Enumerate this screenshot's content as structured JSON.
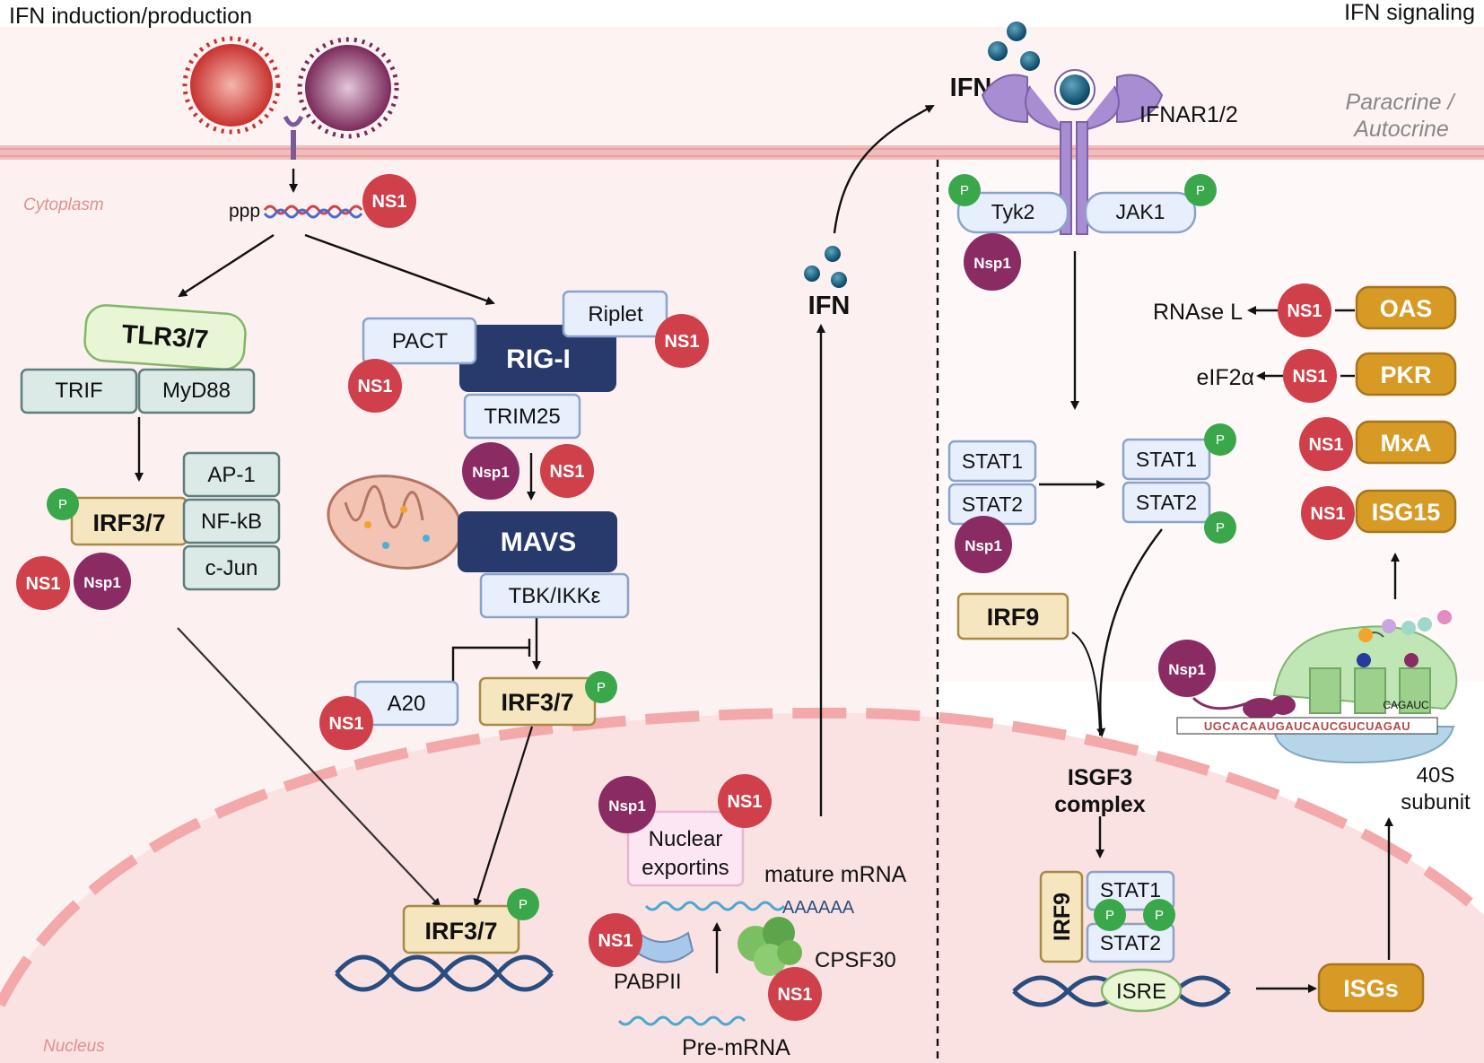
{
  "headers": {
    "left": "IFN induction/production",
    "right": "IFN signaling"
  },
  "regions": {
    "paracrine": "Paracrine /",
    "autocrine": "Autocrine",
    "cytoplasm": "Cytoplasm",
    "nucleus": "Nucleus"
  },
  "labels": {
    "ppp": "ppp",
    "ns1": "NS1",
    "nsp1": "Nsp1",
    "p": "P",
    "tlr": "TLR3/7",
    "trif": "TRIF",
    "myd88": "MyD88",
    "irf37": "IRF3/7",
    "ap1": "AP-1",
    "nfkb": "NF-kB",
    "cjun": "c-Jun",
    "riplet": "Riplet",
    "pact": "PACT",
    "rigi": "RIG-I",
    "trim25": "TRIM25",
    "mavs": "MAVS",
    "tbk": "TBK/IKKε",
    "a20": "A20",
    "ifn": "IFN",
    "ifnar": "IFNAR1/2",
    "tyk2": "Tyk2",
    "jak1": "JAK1",
    "stat1": "STAT1",
    "stat2": "STAT2",
    "irf9": "IRF9",
    "isgf3_1": "ISGF3",
    "isgf3_2": "complex",
    "isre": "ISRE",
    "isgs": "ISGs",
    "rnasel": "RNAse L",
    "eif2a": "eIF2α",
    "oas": "OAS",
    "pkr": "PKR",
    "mxa": "MxA",
    "isg15": "ISG15",
    "s40_1": "40S",
    "s40_2": "subunit",
    "exportins_1": "Nuclear",
    "exportins_2": "exportins",
    "mature": "mature mRNA",
    "polya": "AAAAAA",
    "pabpii": "PABPII",
    "cpsf30": "CPSF30",
    "premrna": "Pre-mRNA",
    "mrna_top": "CAGAUC",
    "mrna_bottom": "UGCACAAUGAUCAUCGUCUAGAU"
  },
  "colors": {
    "ns1": "#d0404a",
    "nsp1": "#8a2c63",
    "phospho": "#3aa84a",
    "rigi": "#283a6b",
    "tlr_fill": "#e8f6d6",
    "adaptor_fill": "#dbe9e7",
    "irf_fill": "#f6e6c0",
    "isg_fill": "#d79a25",
    "light_box": "#e6effb",
    "membrane": "#f2bcbc",
    "cyto_bg": "#fdf1f1",
    "nucleus_bg": "#fbe1e1"
  }
}
